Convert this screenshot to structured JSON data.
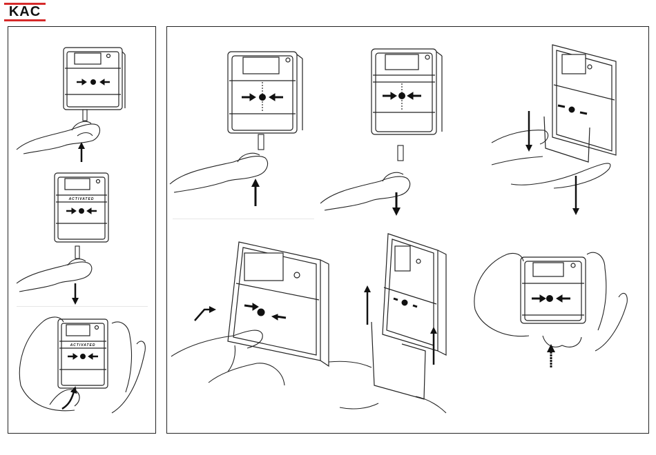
{
  "brand": {
    "logo_text": "KAC",
    "accent_color": "#d62a2a"
  },
  "labels": {
    "activated": "ACTIVATED"
  },
  "steps": {
    "left": [
      {
        "icon": "key-insert-up-arrow-icon",
        "device_state": "normal"
      },
      {
        "icon": "key-withdraw-down-arrow-icon",
        "device_state": "activated"
      },
      {
        "icon": "reset-finger-arrow-icon",
        "device_state": "activated"
      }
    ],
    "right": [
      {
        "icon": "key-insert-up-arrow-icon",
        "device_state": "normal"
      },
      {
        "icon": "key-withdraw-down-arrow-icon",
        "device_state": "open"
      },
      {
        "icon": "slide-down-arrows-icon",
        "device_state": "removing"
      },
      {
        "icon": "push-corner-arrow-icon",
        "device_state": "tilted"
      },
      {
        "icon": "slide-up-arrows-icon",
        "device_state": "refitting"
      },
      {
        "icon": "push-up-arrow-icon",
        "device_state": "normal"
      }
    ]
  }
}
